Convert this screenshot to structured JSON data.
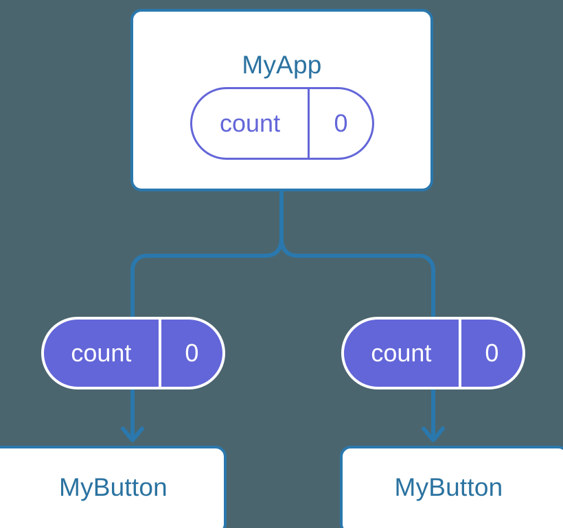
{
  "diagram": {
    "title_root": "MyApp",
    "background_color": "#4b656e",
    "edge_color": "#2a78ad",
    "card_border_color": "#2a78ad",
    "card_text_color": "#2a72a0",
    "pill_accent_color": "#6366d8",
    "pill_outline_text_color": "#6366d8",
    "pill_filled_text_color": "#ffffff"
  },
  "root": {
    "label": "MyApp",
    "state": {
      "key": "count",
      "value": "0"
    }
  },
  "props": [
    {
      "key": "count",
      "value": "0"
    },
    {
      "key": "count",
      "value": "0"
    }
  ],
  "children": [
    {
      "label": "MyButton"
    },
    {
      "label": "MyButton"
    }
  ]
}
